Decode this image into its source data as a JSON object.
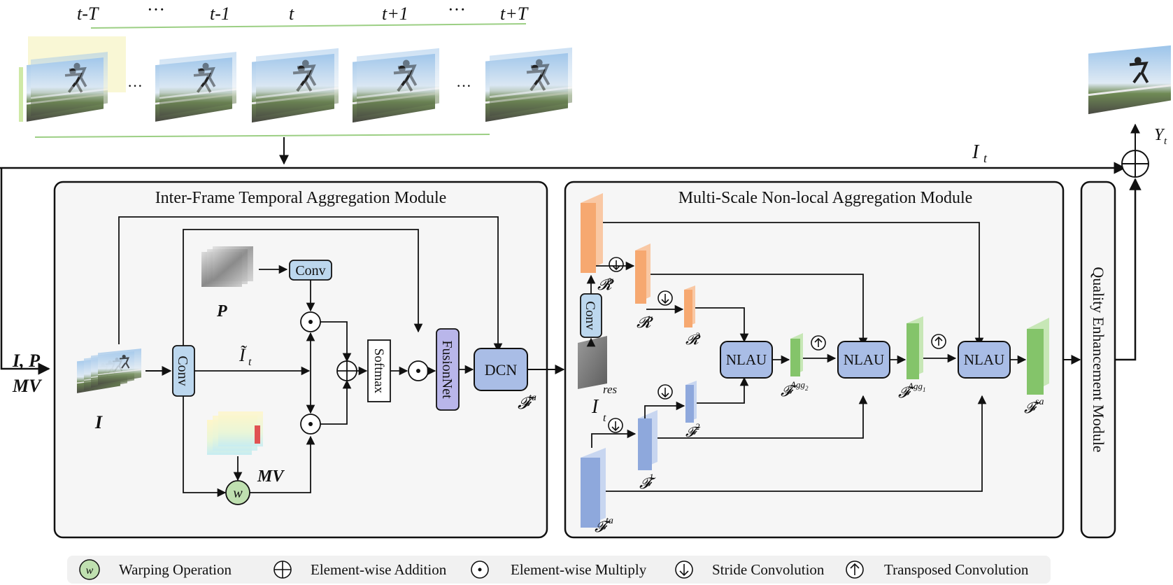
{
  "frames": {
    "labels": [
      "t-T",
      "···",
      "t-1",
      "t",
      "t+1",
      "···",
      "t+T"
    ],
    "gap_dots": [
      "···",
      "···"
    ]
  },
  "inputs": {
    "left_label_line1": "I, P",
    "left_label_line2": "MV",
    "skip_label": "I",
    "skip_label_sub": "t",
    "output_label": "Y",
    "output_label_sub": "t"
  },
  "tam": {
    "title": "Inter-Frame Temporal Aggregation Module",
    "conv_main": "Conv",
    "conv_p": "Conv",
    "i_tilde": "Ĩ",
    "i_tilde_sub": "t",
    "softmax": "Softmax",
    "fusionnet": "FusionNet",
    "dcn": "DCN",
    "f_ta": "𝓕",
    "f_ta_sup": "ta",
    "label_I": "I",
    "label_P": "P",
    "label_MV": "MV",
    "warp": "w"
  },
  "msnl": {
    "title": "Multi-Scale Non-local Aggregation Module",
    "conv": "Conv",
    "r0": "𝓡",
    "r0_sup": "0",
    "r1": "𝓡",
    "r1_sup": "1",
    "r2": "𝓡",
    "r2_sup": "2",
    "i_res": "I",
    "i_res_sup": "res",
    "i_res_sub": "t",
    "f1": "𝓕",
    "f1_sup": "1",
    "f2": "𝓕",
    "f2_sup": "2",
    "f_ta": "𝓕",
    "f_ta_sup": "ta",
    "nlau": [
      "NLAU",
      "NLAU",
      "NLAU"
    ],
    "agg2": "𝓕",
    "agg2_sup": "Agg",
    "agg2_subsup": "2",
    "agg1": "𝓕",
    "agg1_sup": "Agg",
    "agg1_subsup": "1",
    "f_sa": "𝓕",
    "f_sa_sup": "sa"
  },
  "qem": {
    "title": "Quality Enhancement Module"
  },
  "legend": {
    "items": [
      {
        "symbol": "w",
        "label": "Warping Operation"
      },
      {
        "symbol": "⊕",
        "label": "Element-wise Addition"
      },
      {
        "symbol": "⊙",
        "label": "Element-wise Multiply"
      },
      {
        "symbol": "↓",
        "label": "Stride Convolution"
      },
      {
        "symbol": "↑",
        "label": "Transposed Convolution"
      }
    ]
  },
  "colors": {
    "module_bg": "#f6f6f6",
    "conv_blue": "#bcd7ee",
    "box_blue": "#a9bde6",
    "box_purple": "#b9b6ea",
    "orange": "#f6b27f",
    "blue_feat": "#8ea8dc",
    "green_feat": "#84c46a",
    "warp_green": "#bfe0b0"
  }
}
